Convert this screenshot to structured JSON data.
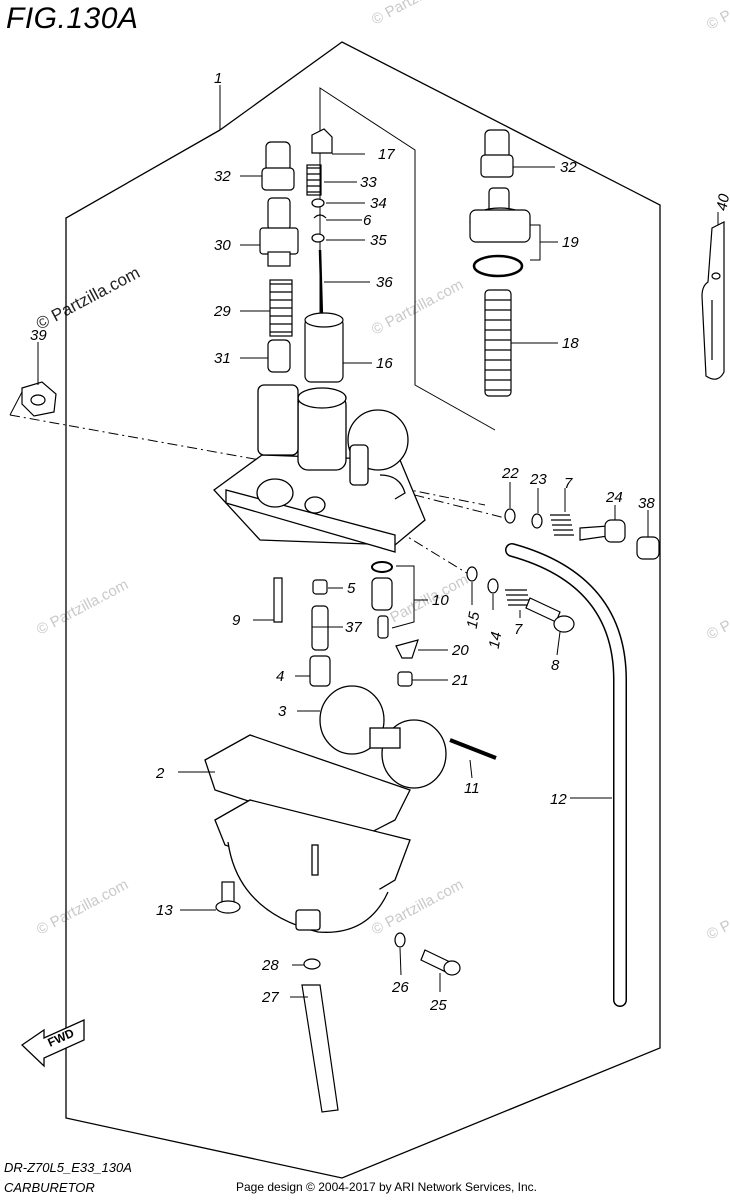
{
  "figure_title": "FIG.130A",
  "diagram_code": "DR-Z70L5_E33_130A",
  "section_name": "CARBURETOR",
  "footer": "Page design © 2004-2017 by ARI Network Services, Inc.",
  "watermark": "© Partzilla.com",
  "fwd_label": "FWD",
  "callouts": [
    {
      "id": "c1",
      "text": "1"
    },
    {
      "id": "c2",
      "text": "2"
    },
    {
      "id": "c3",
      "text": "3"
    },
    {
      "id": "c4",
      "text": "4"
    },
    {
      "id": "c5",
      "text": "5"
    },
    {
      "id": "c6",
      "text": "6"
    },
    {
      "id": "c7a",
      "text": "7"
    },
    {
      "id": "c7b",
      "text": "7"
    },
    {
      "id": "c8",
      "text": "8"
    },
    {
      "id": "c9",
      "text": "9"
    },
    {
      "id": "c10",
      "text": "10"
    },
    {
      "id": "c11",
      "text": "11"
    },
    {
      "id": "c12",
      "text": "12"
    },
    {
      "id": "c13",
      "text": "13"
    },
    {
      "id": "c14",
      "text": "14"
    },
    {
      "id": "c15",
      "text": "15"
    },
    {
      "id": "c16",
      "text": "16"
    },
    {
      "id": "c17",
      "text": "17"
    },
    {
      "id": "c18",
      "text": "18"
    },
    {
      "id": "c19",
      "text": "19"
    },
    {
      "id": "c20",
      "text": "20"
    },
    {
      "id": "c21",
      "text": "21"
    },
    {
      "id": "c22",
      "text": "22"
    },
    {
      "id": "c23",
      "text": "23"
    },
    {
      "id": "c24",
      "text": "24"
    },
    {
      "id": "c25",
      "text": "25"
    },
    {
      "id": "c26",
      "text": "26"
    },
    {
      "id": "c27",
      "text": "27"
    },
    {
      "id": "c28",
      "text": "28"
    },
    {
      "id": "c29",
      "text": "29"
    },
    {
      "id": "c30",
      "text": "30"
    },
    {
      "id": "c31",
      "text": "31"
    },
    {
      "id": "c32a",
      "text": "32"
    },
    {
      "id": "c32b",
      "text": "32"
    },
    {
      "id": "c33",
      "text": "33"
    },
    {
      "id": "c34",
      "text": "34"
    },
    {
      "id": "c35",
      "text": "35"
    },
    {
      "id": "c36",
      "text": "36"
    },
    {
      "id": "c37",
      "text": "37"
    },
    {
      "id": "c38",
      "text": "38"
    },
    {
      "id": "c39",
      "text": "39"
    },
    {
      "id": "c40",
      "text": "40"
    }
  ]
}
